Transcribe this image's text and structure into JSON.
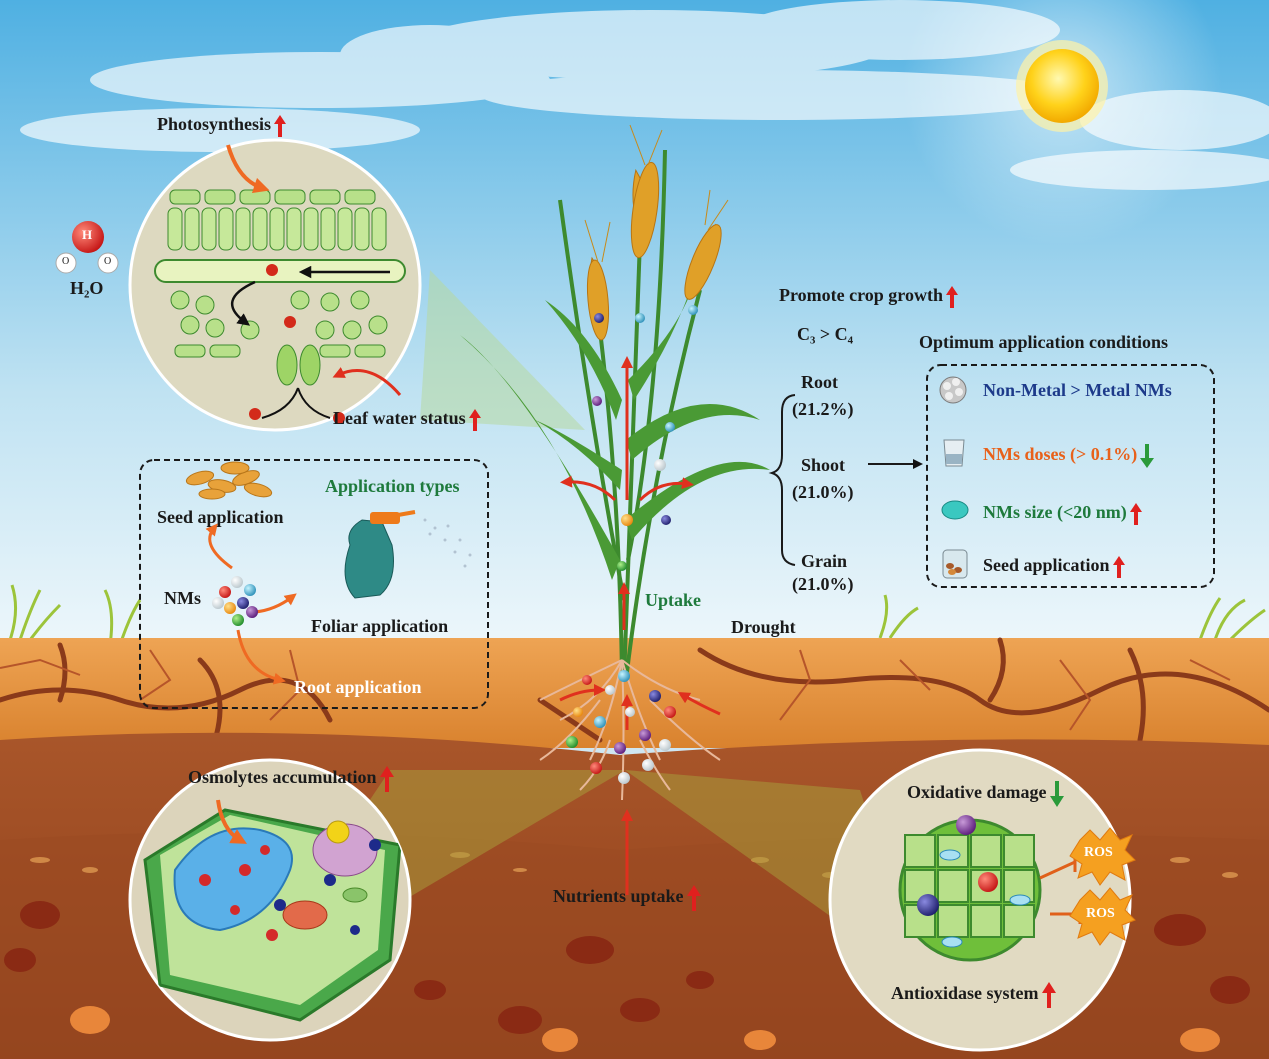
{
  "labels": {
    "photosynthesis": "Photosynthesis",
    "water_label": "H₂O",
    "water_atom": "H",
    "water_o": "O",
    "leaf_water_status": "Leaf water status",
    "promote_crop_growth": "Promote crop growth",
    "c3_c4": "C₃ > C₄",
    "optimum_title": "Optimum application conditions",
    "root": "Root",
    "root_pct": "(21.2%)",
    "shoot": "Shoot",
    "shoot_pct": "(21.0%)",
    "grain": "Grain",
    "grain_pct": "(21.0%)",
    "nonmetal": "Non-Metal > Metal NMs",
    "nm_doses": "NMs doses (> 0.1%)",
    "nm_size": "NMs size (<20 nm)",
    "seed_app_cond": "Seed application",
    "application_types": "Application types",
    "seed_application": "Seed application",
    "nms": "NMs",
    "foliar_application": "Foliar application",
    "root_application": "Root application",
    "uptake": "Uptake",
    "drought": "Drought",
    "osmolytes": "Osmolytes accumulation",
    "nutrients_uptake": "Nutrients uptake",
    "oxidative_damage": "Oxidative damage",
    "ros1": "ROS",
    "ros2": "ROS",
    "antioxidase": "Antioxidase system"
  },
  "colors": {
    "increase_arrow": "#e0201e",
    "decrease_arrow": "#2a9a3a",
    "sky_top": "#5db4e0",
    "soil": "#e89a4a",
    "deep_soil": "#a8552a"
  }
}
